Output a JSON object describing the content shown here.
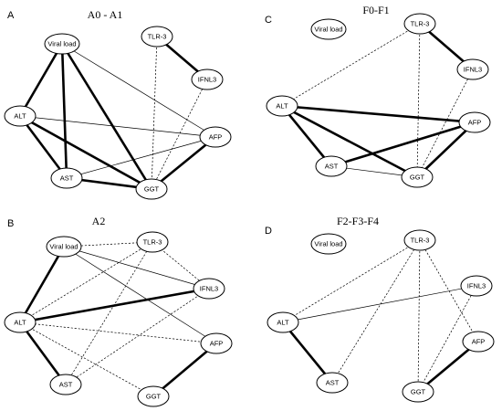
{
  "panels": [
    {
      "letter": "A",
      "title": "A0 - A1",
      "nodes": [
        "Viral load",
        "TLR-3",
        "IFNL3",
        "ALT",
        "AFP",
        "AST",
        "GGT"
      ],
      "edges": [
        {
          "from": "Viral load",
          "to": "ALT",
          "style": "strong"
        },
        {
          "from": "Viral load",
          "to": "AST",
          "style": "strong"
        },
        {
          "from": "Viral load",
          "to": "GGT",
          "style": "strong"
        },
        {
          "from": "Viral load",
          "to": "AFP",
          "style": "weak"
        },
        {
          "from": "ALT",
          "to": "AST",
          "style": "strong"
        },
        {
          "from": "ALT",
          "to": "GGT",
          "style": "strong"
        },
        {
          "from": "ALT",
          "to": "AFP",
          "style": "weak"
        },
        {
          "from": "AST",
          "to": "GGT",
          "style": "strong"
        },
        {
          "from": "AST",
          "to": "AFP",
          "style": "weak"
        },
        {
          "from": "GGT",
          "to": "AFP",
          "style": "strong"
        },
        {
          "from": "TLR-3",
          "to": "IFNL3",
          "style": "strong"
        },
        {
          "from": "TLR-3",
          "to": "GGT",
          "style": "dashed"
        },
        {
          "from": "IFNL3",
          "to": "GGT",
          "style": "dashed"
        }
      ]
    },
    {
      "letter": "C",
      "title": "F0-F1",
      "nodes": [
        "Viral load",
        "TLR-3",
        "IFNL3",
        "ALT",
        "AFP",
        "AST",
        "GGT"
      ],
      "edges": [
        {
          "from": "TLR-3",
          "to": "IFNL3",
          "style": "strong"
        },
        {
          "from": "TLR-3",
          "to": "ALT",
          "style": "dashed"
        },
        {
          "from": "TLR-3",
          "to": "GGT",
          "style": "dashed"
        },
        {
          "from": "IFNL3",
          "to": "GGT",
          "style": "dashed"
        },
        {
          "from": "ALT",
          "to": "AFP",
          "style": "strong"
        },
        {
          "from": "ALT",
          "to": "AST",
          "style": "strong"
        },
        {
          "from": "ALT",
          "to": "GGT",
          "style": "strong"
        },
        {
          "from": "AST",
          "to": "AFP",
          "style": "strong"
        },
        {
          "from": "AST",
          "to": "GGT",
          "style": "weak"
        },
        {
          "from": "GGT",
          "to": "AFP",
          "style": "strong"
        }
      ]
    },
    {
      "letter": "B",
      "title": "A2",
      "nodes": [
        "Viral load",
        "TLR-3",
        "IFNL3",
        "ALT",
        "AFP",
        "AST",
        "GGT"
      ],
      "edges": [
        {
          "from": "Viral load",
          "to": "ALT",
          "style": "strong"
        },
        {
          "from": "Viral load",
          "to": "IFNL3",
          "style": "weak"
        },
        {
          "from": "Viral load",
          "to": "AFP",
          "style": "weak"
        },
        {
          "from": "ALT",
          "to": "IFNL3",
          "style": "strong"
        },
        {
          "from": "ALT",
          "to": "TLR-3",
          "style": "dashed"
        },
        {
          "from": "ALT",
          "to": "AFP",
          "style": "dashed"
        },
        {
          "from": "ALT",
          "to": "GGT",
          "style": "dashed"
        },
        {
          "from": "ALT",
          "to": "AST",
          "style": "strong"
        },
        {
          "from": "TLR-3",
          "to": "Viral load",
          "style": "dashed"
        },
        {
          "from": "TLR-3",
          "to": "IFNL3",
          "style": "dashed"
        },
        {
          "from": "TLR-3",
          "to": "AST",
          "style": "dashed"
        },
        {
          "from": "IFNL3",
          "to": "AST",
          "style": "dashed"
        },
        {
          "from": "GGT",
          "to": "AFP",
          "style": "strong"
        }
      ]
    },
    {
      "letter": "D",
      "title": "F2-F3-F4",
      "nodes": [
        "Viral load",
        "TLR-3",
        "IFNL3",
        "ALT",
        "AFP",
        "AST",
        "GGT"
      ],
      "edges": [
        {
          "from": "TLR-3",
          "to": "ALT",
          "style": "dashed"
        },
        {
          "from": "TLR-3",
          "to": "AST",
          "style": "dashed"
        },
        {
          "from": "TLR-3",
          "to": "AFP",
          "style": "dashed"
        },
        {
          "from": "TLR-3",
          "to": "GGT",
          "style": "dashed"
        },
        {
          "from": "ALT",
          "to": "IFNL3",
          "style": "weak"
        },
        {
          "from": "ALT",
          "to": "AST",
          "style": "strong"
        },
        {
          "from": "IFNL3",
          "to": "GGT",
          "style": "dashed"
        },
        {
          "from": "GGT",
          "to": "AFP",
          "style": "strong"
        }
      ]
    }
  ]
}
